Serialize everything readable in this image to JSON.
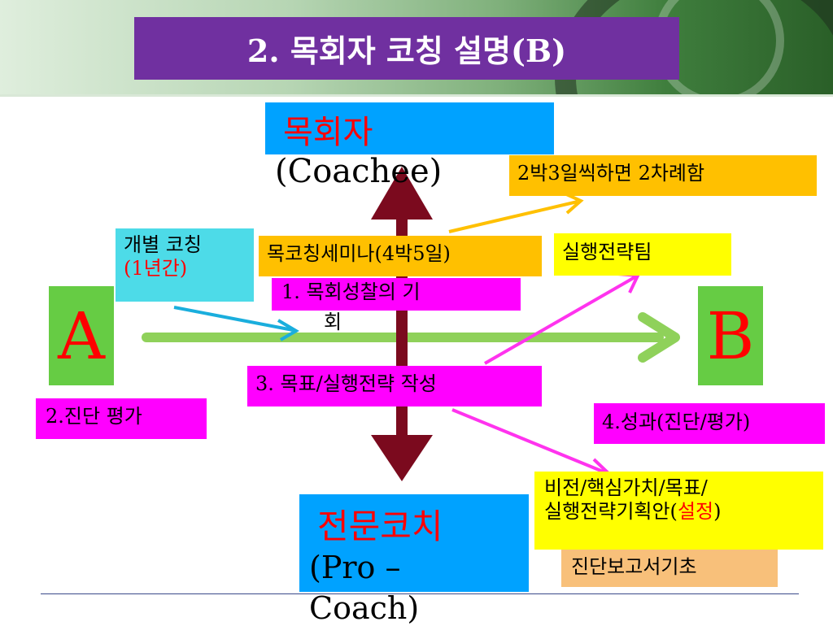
{
  "title": "2. 목회자 코칭 설명(B)",
  "top_box": {
    "label": "목회자",
    "sub": "(Coachee)"
  },
  "bottom_box": {
    "label": "전문코치",
    "sub1": "(Pro –",
    "sub2": "Coach)"
  },
  "point_a": "A",
  "point_b": "B",
  "boxes": {
    "twice": "2박3일씩하면 2차례함",
    "individual_line1": "개별 코칭",
    "individual_line2": "(1년간)",
    "seminar": "목코칭세미나(4박5일)",
    "execution_team": "실행전략팀",
    "reflection_line1": "1. 목회성찰의 기",
    "reflection_line2": "회",
    "goal": "3. 목표/실행전략 작성",
    "diagnosis": "2.진단 평가",
    "result": "4.성과(진단/평가)",
    "vision_line1": "비전/핵심가치/목표/",
    "vision_line2_a": "실행전략기획안(",
    "vision_line2_b": "설정",
    "vision_line2_c": ")",
    "report": "진단보고서기초"
  },
  "colors": {
    "title_bg": "#7030a0",
    "blue": "#00a2ff",
    "green": "#66cc44",
    "orange": "#ffc000",
    "yellow": "#ffff00",
    "magenta": "#ff00ff",
    "cyan": "#4ddbe8",
    "peach": "#f8c07a",
    "vertical_arrow": "#7b0a1e",
    "horizontal_arrow": "#8fd15a"
  }
}
